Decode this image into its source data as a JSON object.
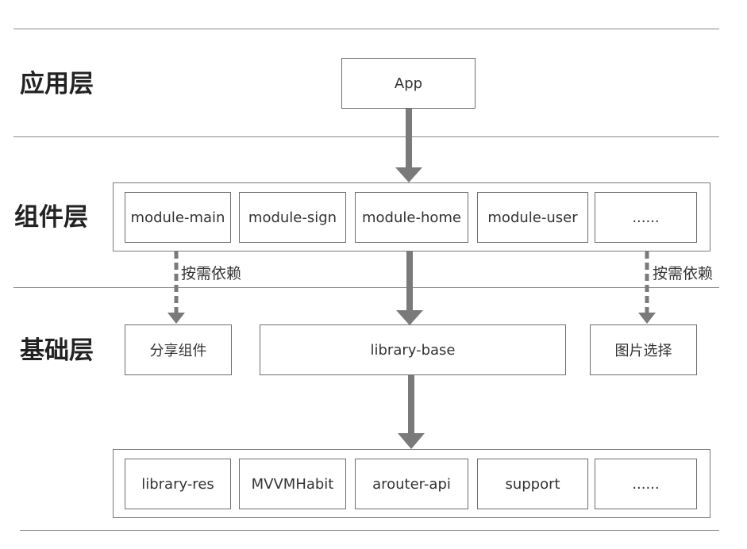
{
  "layers": {
    "app": "应用层",
    "component": "组件层",
    "base": "基础层"
  },
  "app_layer": {
    "app": "App"
  },
  "component_layer": {
    "modules": [
      "module-main",
      "module-sign",
      "module-home",
      "module-user",
      "......"
    ]
  },
  "dependency_label": "按需依赖",
  "base_layer": {
    "share": "分享组件",
    "library_base": "library-base",
    "image_picker": "图片选择"
  },
  "library_layer": {
    "libs": [
      "library-res",
      "MVVMHabit",
      "arouter-api",
      "support",
      "......"
    ]
  },
  "colors": {
    "arrow": "#7a7a7a",
    "border": "#6e6e6e",
    "text": "#333333"
  }
}
